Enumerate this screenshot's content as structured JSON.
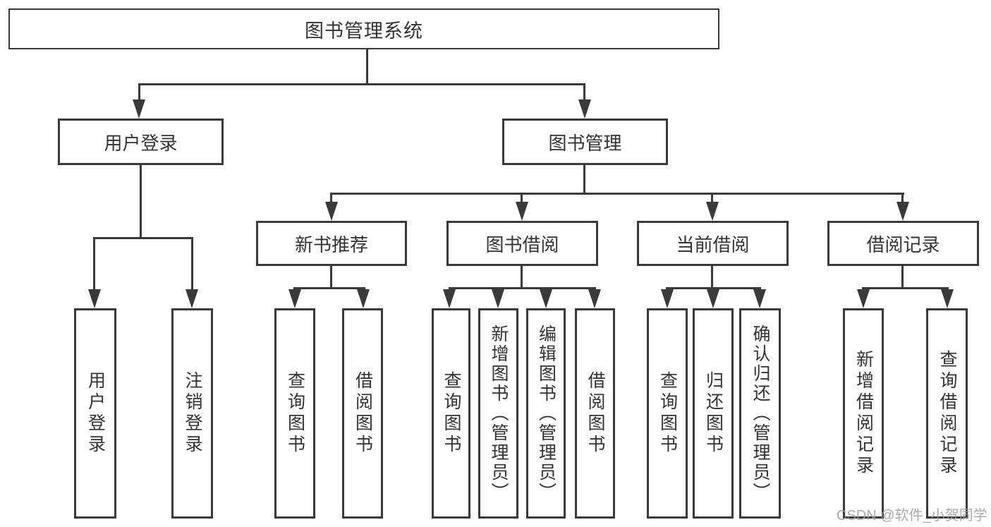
{
  "colors": {
    "line": "#3a3a3a",
    "text": "#333333",
    "bg": "#ffffff",
    "watermark": "#9c9c9c"
  },
  "nodes": {
    "root": "图书管理系统",
    "user_login": "用户登录",
    "book_mgmt": "图书管理",
    "new_books": "新书推荐",
    "book_borrow": "图书借阅",
    "current_borrow": "当前借阅",
    "borrow_records": "借阅记录",
    "ul_user_login": "用户登录",
    "ul_logout": "注销登录",
    "nb_query_book": "查询图书",
    "nb_borrow_book": "借阅图书",
    "bb_query_book": "查询图书",
    "bb_add_book": "新增图书（管理员）",
    "bb_edit_book": "编辑图书（管理员）",
    "bb_borrow_book": "借阅图书",
    "cb_query_book": "查询图书",
    "cb_return_book": "归还图书",
    "cb_confirm_return": "确认归还（管理员）",
    "br_add_record": "新增借阅记录",
    "br_query_record": "查询借阅记录"
  },
  "watermark": "CSDN @软件_小贺同学"
}
